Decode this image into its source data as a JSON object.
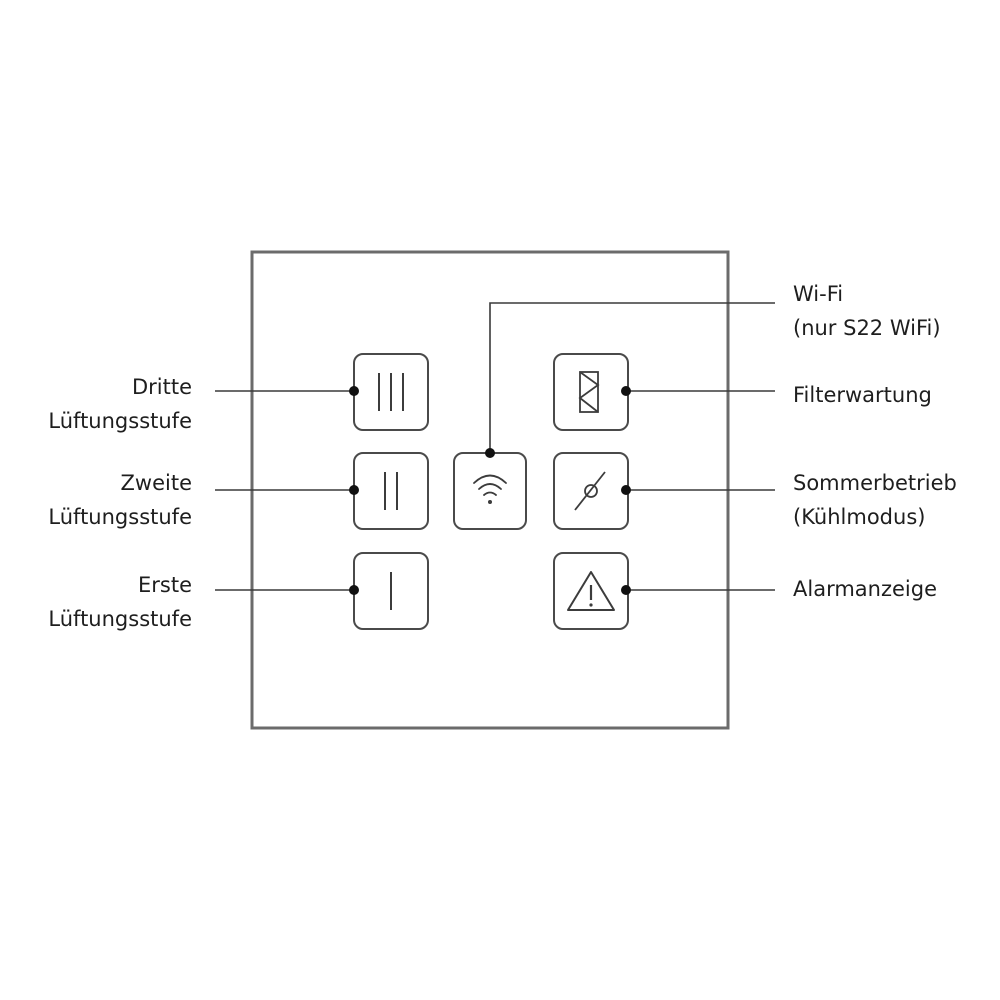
{
  "colors": {
    "frame": "#6b6b6b",
    "button_border": "#4a4a4a",
    "icon": "#3c3c3c",
    "leader_line": "#3a3a3a",
    "dot": "#111111",
    "text": "#1e1e1e"
  },
  "labels": {
    "fan_level_3": {
      "line1": "Dritte",
      "line2": "Lüftungsstufe"
    },
    "fan_level_2": {
      "line1": "Zweite",
      "line2": "Lüftungsstufe"
    },
    "fan_level_1": {
      "line1": "Erste",
      "line2": "Lüftungsstufe"
    },
    "wifi": {
      "line1": "Wi-Fi",
      "line2": "(nur S22 WiFi)"
    },
    "filter": {
      "line1": "Filterwartung"
    },
    "summer": {
      "line1": "Sommerbetrieb",
      "line2": "(Kühlmodus)"
    },
    "alarm": {
      "line1": "Alarmanzeige"
    }
  },
  "buttons": [
    {
      "id": "fan-level-3",
      "icon": "three-bars-icon"
    },
    {
      "id": "fan-level-2",
      "icon": "two-bars-icon"
    },
    {
      "id": "fan-level-1",
      "icon": "one-bar-icon"
    },
    {
      "id": "wifi",
      "icon": "wifi-icon"
    },
    {
      "id": "filter",
      "icon": "filter-icon"
    },
    {
      "id": "summer-mode",
      "icon": "bypass-damper-icon"
    },
    {
      "id": "alarm",
      "icon": "warning-triangle-icon"
    }
  ]
}
